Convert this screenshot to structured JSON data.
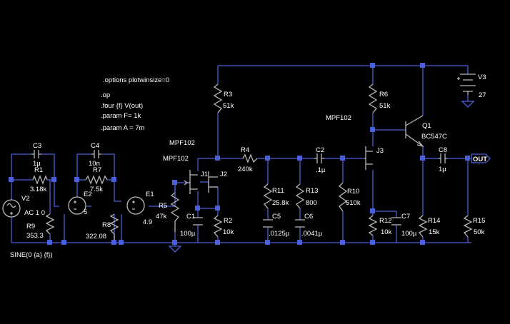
{
  "directives": {
    "options": ".options plotwinsize=0",
    "op": ".op",
    "four": ".four {f} V(out)",
    "param_f": ".param F= 1k",
    "param_a": ".param A = 7m"
  },
  "source_note": "SINE(0 {a} {f})",
  "net_out": "OUT",
  "components": {
    "c3": {
      "name": "C3",
      "value": "1µ"
    },
    "r1": {
      "name": "R1",
      "value": "3.18k"
    },
    "v2": {
      "name": "V2",
      "value": "AC 1 0"
    },
    "r9": {
      "name": "R9",
      "value": "353.3"
    },
    "c4": {
      "name": "C4",
      "value": "10n"
    },
    "r7": {
      "name": "R7",
      "value": "7.5k"
    },
    "e2": {
      "name": "E2",
      "value": "5"
    },
    "r8": {
      "name": "R8",
      "value": "322.08"
    },
    "e1": {
      "name": "E1",
      "value": "4.9"
    },
    "r5": {
      "name": "R5",
      "value": "47k"
    },
    "j1": {
      "name": "J1",
      "model": "MPF102"
    },
    "j2": {
      "name": "J2",
      "model": "MPF102"
    },
    "c1": {
      "name": "C1",
      "value": "100µ"
    },
    "r2": {
      "name": "R2",
      "value": "10k"
    },
    "r3": {
      "name": "R3",
      "value": "51k"
    },
    "r4": {
      "name": "R4",
      "value": "240k"
    },
    "r11": {
      "name": "R11",
      "value": "25.8k"
    },
    "c5": {
      "name": "C5",
      "value": ".0125µ"
    },
    "r13": {
      "name": "R13",
      "value": "800"
    },
    "c6": {
      "name": "C6",
      "value": ".0041µ"
    },
    "c2": {
      "name": "C2",
      "value": ".1µ"
    },
    "r10": {
      "name": "R10",
      "value": "510k"
    },
    "j3": {
      "name": "J3",
      "model": "MPF102"
    },
    "r6": {
      "name": "R6",
      "value": "51k"
    },
    "r12": {
      "name": "R12",
      "value": "10k"
    },
    "c7": {
      "name": "C7",
      "value": "100µ"
    },
    "q1": {
      "name": "Q1",
      "model": "BC547C"
    },
    "r14": {
      "name": "R14",
      "value": "15k"
    },
    "c8": {
      "name": "C8",
      "value": "1µ"
    },
    "r15": {
      "name": "R15",
      "value": "50k"
    },
    "v3": {
      "name": "V3",
      "value": "27"
    }
  },
  "colors": {
    "background": "#000000",
    "wire": "#4a5fd8",
    "component": "#b8b8b8",
    "text": "#ffffff"
  }
}
